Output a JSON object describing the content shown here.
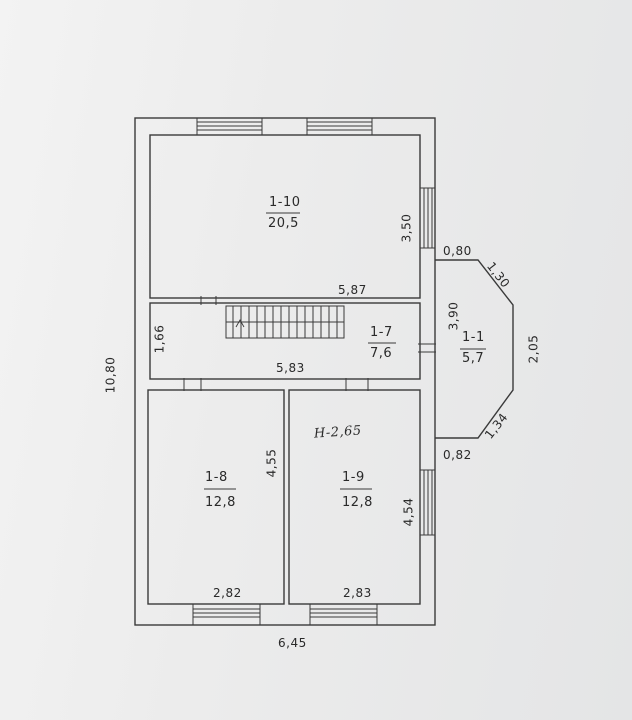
{
  "rooms": [
    {
      "id": "1-10",
      "label": "1-10",
      "area": "20,5"
    },
    {
      "id": "1-7",
      "label": "1-7",
      "area": "7,6"
    },
    {
      "id": "1-8",
      "label": "1-8",
      "area": "12,8"
    },
    {
      "id": "1-9",
      "label": "1-9",
      "area": "12,8"
    },
    {
      "id": "1-1",
      "label": "1-1",
      "area": "5,7"
    }
  ],
  "dimensions": {
    "overall_height": "10,80",
    "overall_width": "6,45",
    "room10_height": "3,50",
    "room10_width": "5,87",
    "corridor_height": "1,66",
    "corridor_width": "5,83",
    "room8_height": "4,55",
    "room8_width": "2,82",
    "room9_height": "4,54",
    "room9_width": "2,83",
    "porch_top": "0,80",
    "porch_diag_top": "1,30",
    "porch_side": "2,05",
    "porch_diag_bottom": "1,34",
    "porch_bottom": "0,82",
    "porch_length": "3,90"
  },
  "annotations": {
    "height_note": "H-2,65"
  }
}
